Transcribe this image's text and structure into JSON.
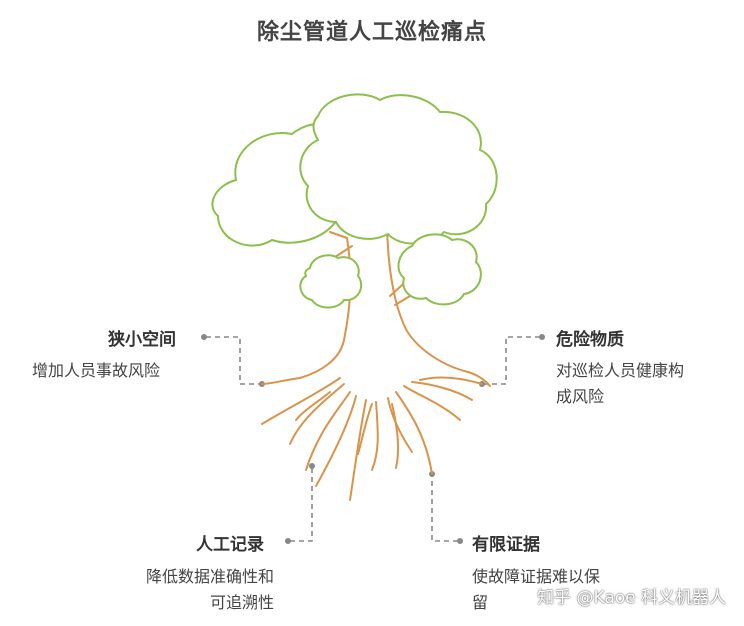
{
  "title": "除尘管道人工巡检痛点",
  "colors": {
    "foliage": "#8cbf4c",
    "trunk": "#d9944a",
    "connector": "#888888"
  },
  "items": [
    {
      "label": "狭小空间",
      "desc_lines": [
        "增加人员事故风险"
      ]
    },
    {
      "label": "危险物质",
      "desc_lines": [
        "对巡检人员健康构",
        "成风险"
      ]
    },
    {
      "label": "人工记录",
      "desc_lines": [
        "降低数据准确性和",
        "可追溯性"
      ]
    },
    {
      "label": "有限证据",
      "desc_lines": [
        "使故障证据难以保",
        "留"
      ]
    }
  ],
  "watermark": "知乎 @Kaoe 科义机器人"
}
